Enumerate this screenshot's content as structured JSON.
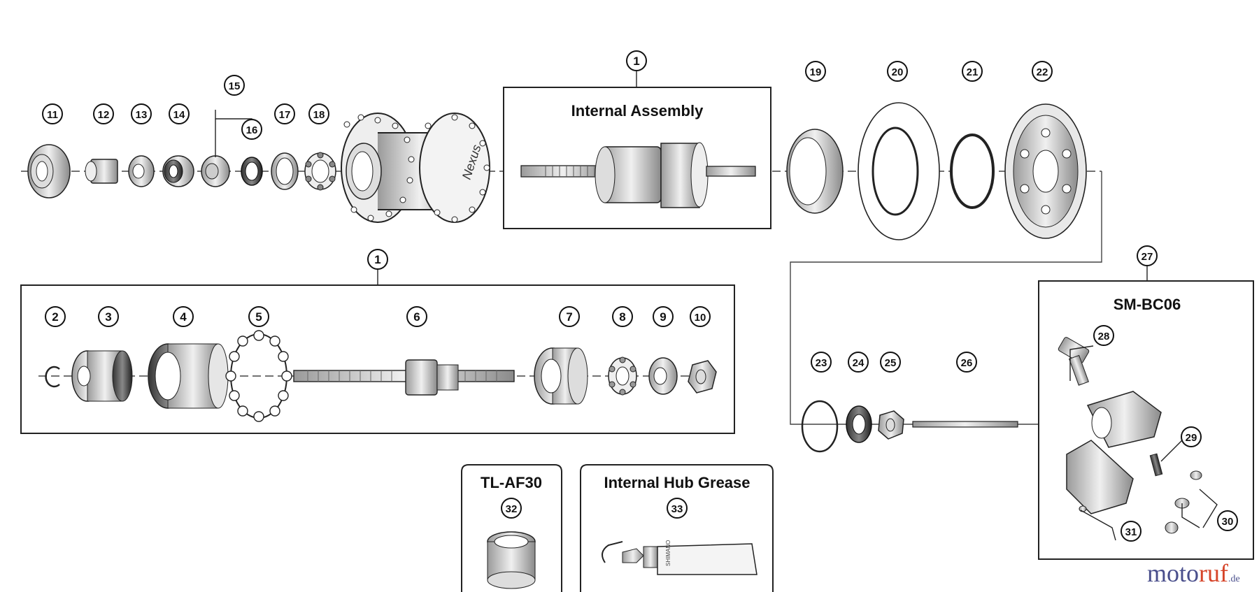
{
  "boxes": {
    "internal_assembly": "Internal Assembly",
    "sm_bc06": "SM-BC06",
    "tl_af30": "TL-AF30",
    "grease": "Internal Hub Grease"
  },
  "callouts": {
    "c1a": "1",
    "c1b": "1",
    "c2": "2",
    "c3": "3",
    "c4": "4",
    "c5": "5",
    "c6": "6",
    "c7": "7",
    "c8": "8",
    "c9": "9",
    "c10": "10",
    "c11": "11",
    "c12": "12",
    "c13": "13",
    "c14": "14",
    "c15": "15",
    "c16": "16",
    "c17": "17",
    "c18": "18",
    "c19": "19",
    "c20": "20",
    "c21": "21",
    "c22": "22",
    "c23": "23",
    "c24": "24",
    "c25": "25",
    "c26": "26",
    "c27": "27",
    "c28": "28",
    "c29": "29",
    "c30": "30",
    "c31": "31",
    "c32": "32",
    "c33": "33"
  },
  "hub_text": "Nexus",
  "bottle_text": "SHIMANO",
  "watermark": {
    "brand_main": "moto",
    "brand_accent": "ruf",
    "suffix": ".de"
  }
}
